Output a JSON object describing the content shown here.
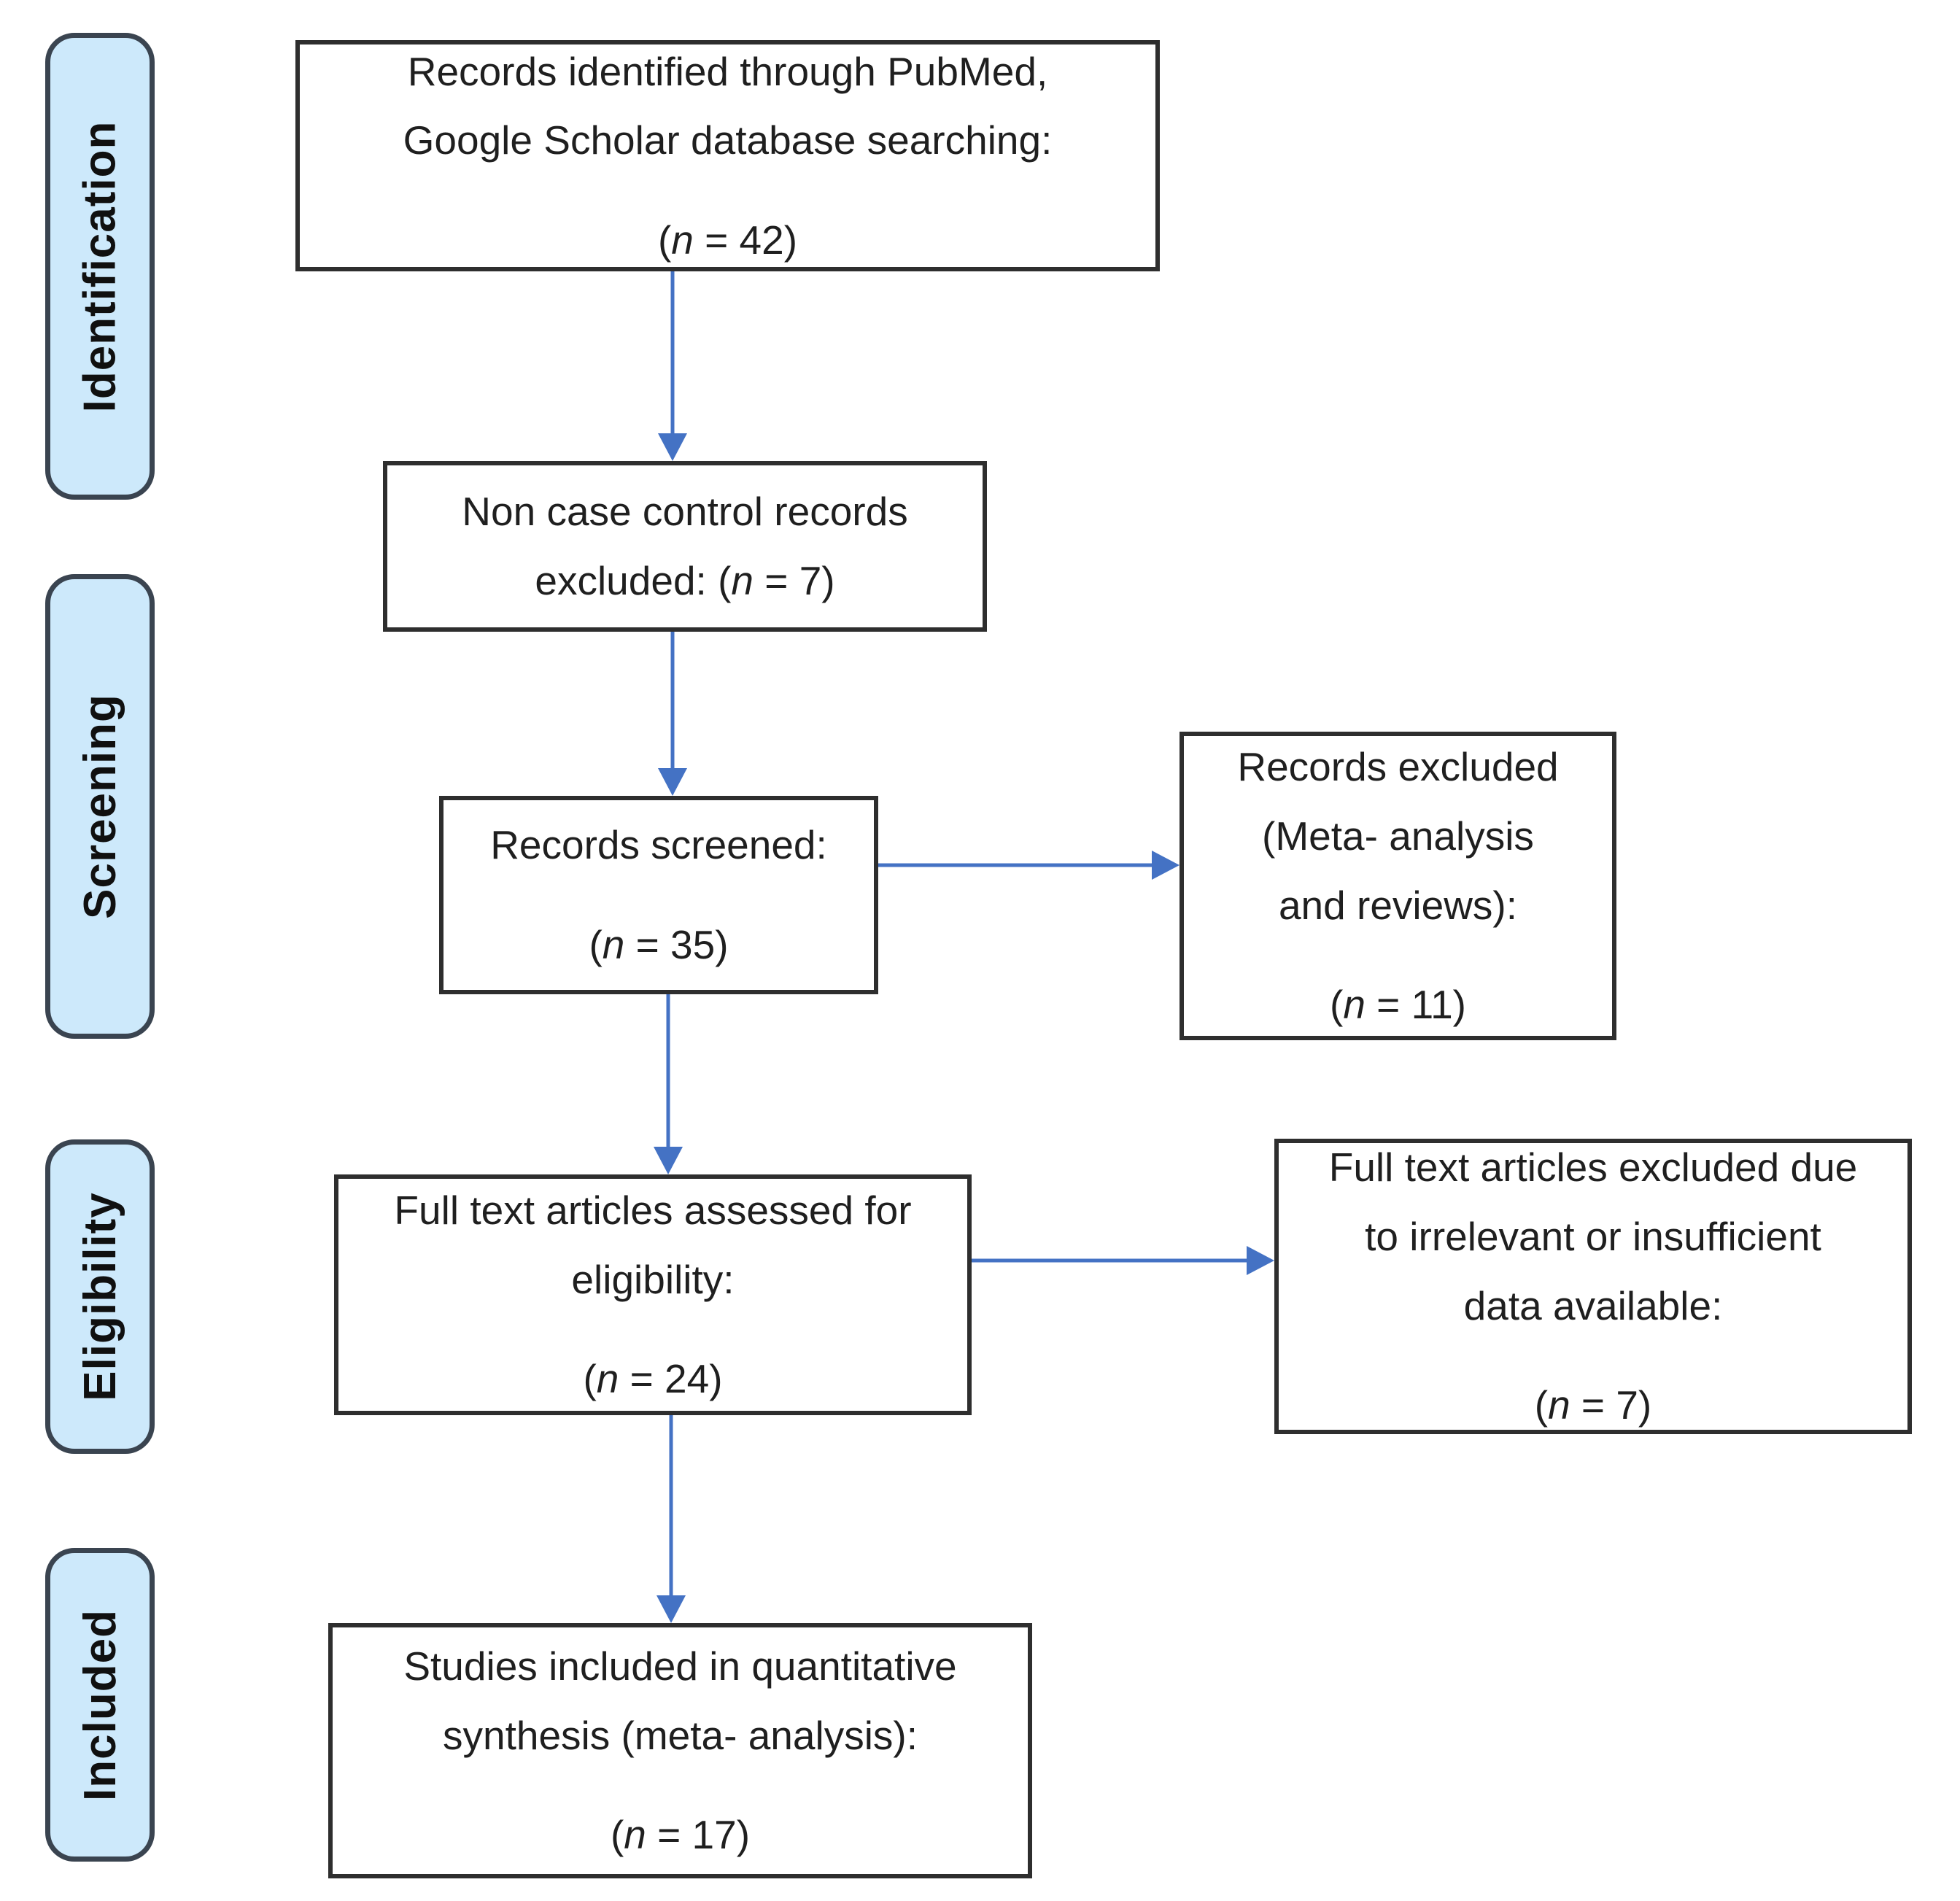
{
  "diagram": {
    "background": "#ffffff",
    "colors": {
      "arrow_blue": "#4472c4",
      "box_border": "#2e2e2e",
      "stage_fill": "#cde9fb",
      "stage_border": "#3a4450",
      "text": "#1f1f1f"
    },
    "stages": [
      {
        "label": "Identification"
      },
      {
        "label": "Screening"
      },
      {
        "label": "Eligibility"
      },
      {
        "label": "Included"
      }
    ],
    "boxes": {
      "identified": {
        "lines": [
          "Records identified through PubMed,",
          "Google Scholar database searching:"
        ],
        "count_prefix": "(",
        "count_var": "n",
        "count_suffix": " = 42)"
      },
      "non_case_excluded": {
        "lines": [
          "Non case control records"
        ],
        "count_prefix": "excluded: (",
        "count_var": "n",
        "count_suffix": " = 7)"
      },
      "screened": {
        "lines": [
          "Records screened:"
        ],
        "count_prefix": "(",
        "count_var": "n",
        "count_suffix": " = 35)"
      },
      "records_excluded": {
        "lines": [
          "Records excluded",
          "(Meta- analysis",
          "and reviews):"
        ],
        "count_prefix": "(",
        "count_var": "n",
        "count_suffix": " = 11)"
      },
      "full_text_assessed": {
        "lines": [
          "Full text articles assessed for",
          "eligibility:"
        ],
        "count_prefix": "(",
        "count_var": "n",
        "count_suffix": " = 24)"
      },
      "full_text_excluded": {
        "lines": [
          "Full text articles excluded due",
          "to irrelevant or insufficient",
          "data available:"
        ],
        "count_prefix": "(",
        "count_var": "n",
        "count_suffix": " = 7)"
      },
      "included_synthesis": {
        "lines": [
          "Studies included in quantitative",
          "synthesis (meta- analysis):"
        ],
        "count_prefix": "(",
        "count_var": "n",
        "count_suffix": " = 17)"
      }
    }
  }
}
